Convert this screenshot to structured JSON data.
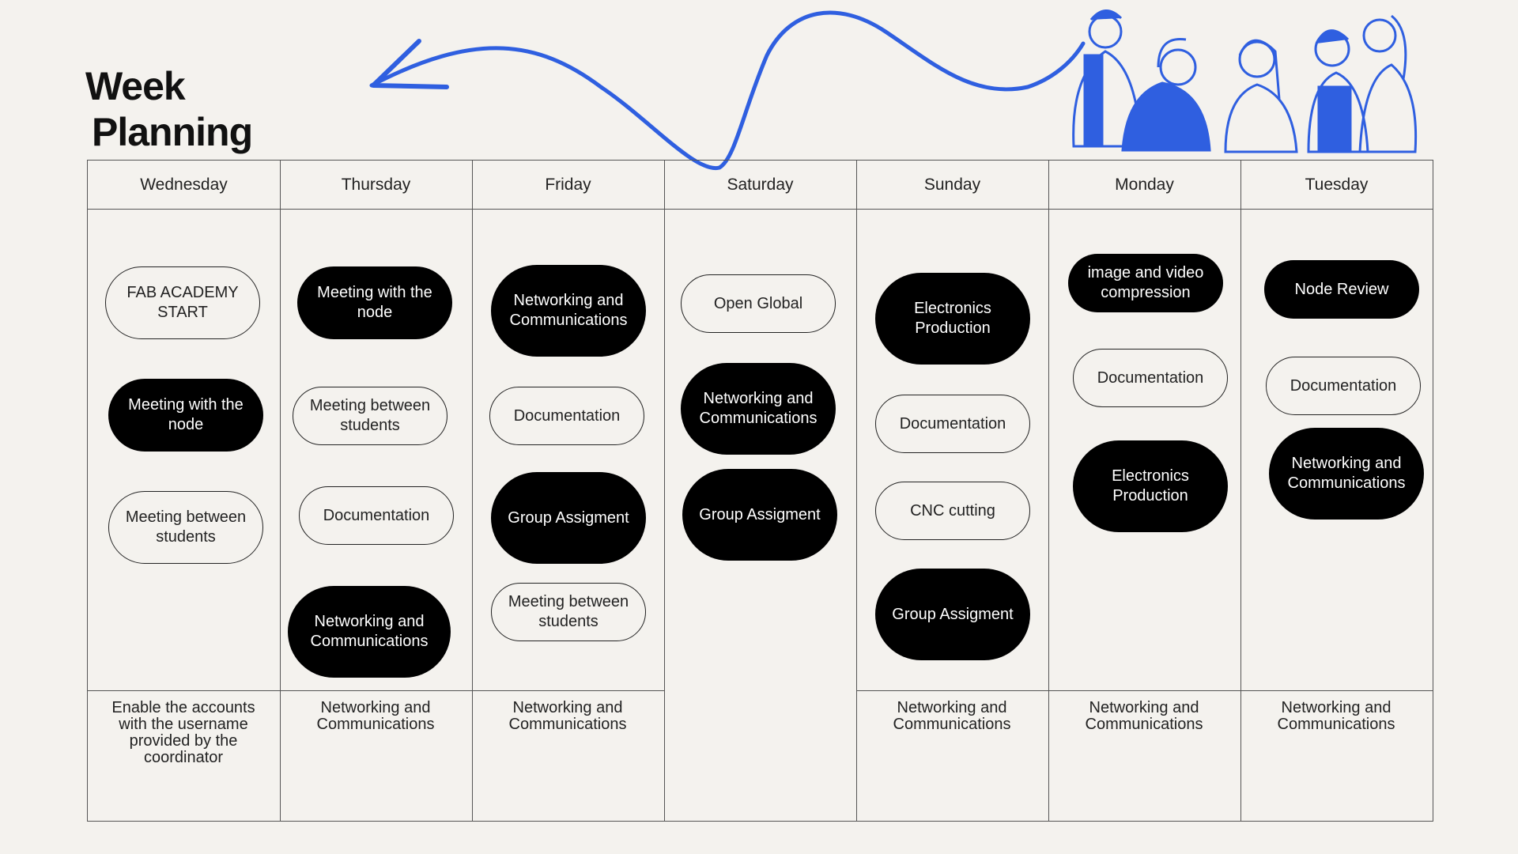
{
  "title": {
    "line1": "Week",
    "line2": "Planning"
  },
  "days": [
    "Wednesday",
    "Thursday",
    "Friday",
    "Saturday",
    "Sunday",
    "Monday",
    "Tuesday"
  ],
  "tasks": {
    "wednesday": [
      "FAB ACADEMY START",
      "Meeting with the node",
      "Meeting between students"
    ],
    "thursday": [
      "Meeting with the node",
      "Meeting between students",
      "Documentation",
      "Networking and Communications"
    ],
    "friday": [
      "Networking and Communications",
      "Documentation",
      "Group Assigment",
      "Meeting between students"
    ],
    "saturday": [
      "Open Global",
      "Networking and Communications",
      "Group Assigment"
    ],
    "sunday": [
      "Electronics Production",
      "Documentation",
      "CNC cutting",
      "Group Assigment"
    ],
    "monday": [
      "image and video compression",
      "Documentation",
      "Electronics Production"
    ],
    "tuesday": [
      "Node Review",
      "Documentation",
      "Networking and Communications"
    ]
  },
  "notes": {
    "wednesday": "Enable the accounts with the username provided by the coordinator",
    "thursday": "Networking and Communications",
    "friday": "Networking and Communications",
    "sunday": "Networking and Communications",
    "monday": "Networking and Communications",
    "tuesday": "Networking and Communications"
  },
  "colors": {
    "accent_blue": "#2f5fe0",
    "background": "#f4f2ee",
    "pill_dark": "#000000"
  },
  "icons": {
    "arrow": "curved-arrow-illustration",
    "people": "people-group-illustration"
  }
}
